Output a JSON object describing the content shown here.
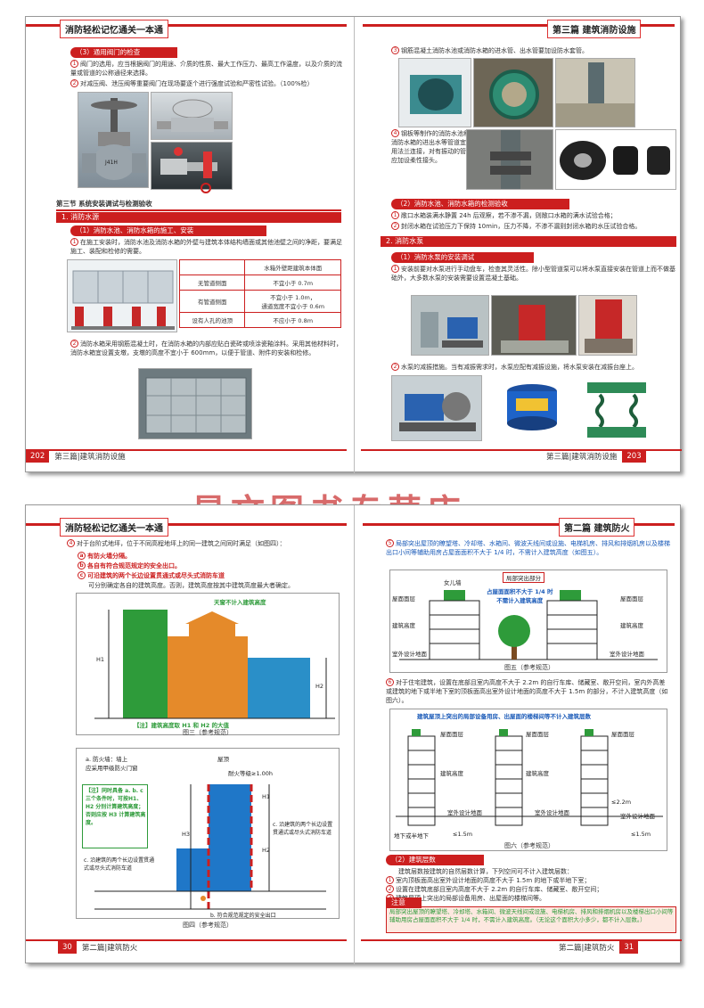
{
  "spread1": {
    "left_header": "消防轻松记忆通关一本通",
    "right_header": "第三篇  建筑消防设施",
    "left_page_num": "202",
    "right_page_num": "203",
    "left_footer": "第三篇|建筑消防设施",
    "right_footer": "第三篇|建筑消防设施",
    "sub3": "（3）通用阀门的检查",
    "p1a": "阀门的选用，应当根据阀门的用途、介质的性质、最大工作压力、最高工作温度，以及介质的流量或管道的公称通径来选择。",
    "p1b": "对减压阀、泄压阀等重要阀门在现场要逐个进行强度试验和严密性试验。（100%检）",
    "section3": "第三节   系统安装调试与检测验收",
    "h1": "1. 消防水源",
    "sub_tank": "（1）消防水池、消防水箱的施工、安装",
    "p_tank1": "在施工安装时，消防水池及消防水箱的外壁与建筑本体结构墙面或其他池壁之间的净距，要满足施工、装配和检修的需要。",
    "table_head": "水箱外壁距建筑本体面",
    "table_rows": [
      [
        "无管道侧面",
        "不宜小于 0.7m"
      ],
      [
        "有管道侧面",
        "不宜小于 1.0m，\n通道宽度不宜小于 0.6m"
      ],
      [
        "设有人孔的池顶",
        "不应小于 0.8m"
      ]
    ],
    "p_tank2": "消防水箱采用钢筋混凝土时，在消防水箱的内部应贴白瓷砖或喷涂瓷釉涂料。采用其他材料时，消防水箱宜设置支墩，支墩的高度不宜小于 600mm，以便于管道、附件的安装和检修。",
    "p_r1": "钢筋混凝土消防水池或消防水箱的进水管、出水管要加设防水套管。",
    "p_r2": "钢板等制作的消防水池和消防水箱的进出水等管道宜采用法兰连接，对有振动的管道应加设柔性接头。",
    "sub_test": "（2）消防水池、消防水箱的检测验收",
    "p_test1": "敞口水箱装满水静置 24h 后观察，若不渗不漏，则敞口水箱的满水试验合格；",
    "p_test2": "封闭水箱在试验压力下保持 10min，压力不降，不渗不漏则封闭水箱的水压试验合格。",
    "h2": "2. 消防水泵",
    "sub_pump": "（1）消防水泵的安装调试",
    "p_pump1": "安装前要对水泵进行手动盘车，检查其灵活性。除小型管道泵可以将水泵直接安装在管道上而不做基础外，大多数水泵的安装需要设置混凝土基础。",
    "p_pump2": "水泵的减振措施。当有减振需求时，水泵应配有减振设施，将水泵安装在减振台座上。",
    "valve_label": "J41H\n-25"
  },
  "spread2": {
    "left_header": "消防轻松记忆通关一本通",
    "right_header": "第二篇  建筑防火",
    "left_page_num": "30",
    "right_page_num": "31",
    "left_footer": "第二篇|建筑防火",
    "right_footer": "第二篇|建筑防火",
    "p4": "对于台阶式地坪，位于不同高程地坪上的同一建筑之间同时满足（如图四）：",
    "p4a": "有防火墙分隔。",
    "p4b": "各自有符合规范规定的安全出口。",
    "p4c": "可沿建筑的两个长边设置贯通式或尽头式消防车道",
    "p4d": "可分别确定各自的建筑高度。否则，建筑高度按其中建筑高度最大者确定。",
    "fig3_label_top": "天窗不计入建筑高度",
    "fig3_h1": "H1",
    "fig3_h2": "H2",
    "fig3_note": "【注】建筑高度取 H1 和 H2 的大值",
    "fig3_cap": "图三（参考规范）",
    "fig4_a": "a. 防火墙：墙上\n应采用甲级防火门窗",
    "fig4_roof": "屋顶",
    "fig4_fire": "耐火等级≥1.00h",
    "fig4_note": "【注】同时具备 a. b. c 三个条件时，可按H1、H2 分别计算建筑高度；否则应按 H3 计算建筑高度。",
    "fig4_c1": "c. 沿建筑的两个长边设置贯通式或尽头式消防车道",
    "fig4_c2": "c. 沿建筑的两个长边设置贯通式或尽头式消防车道",
    "fig4_b": "b. 符合规范规定的安全出口",
    "fig4_h1": "H1",
    "fig4_h2": "H2",
    "fig4_h3": "H3",
    "fig4_cap": "图四（参考规范）",
    "p5": "局部突出屋顶的瞭望塔、冷却塔、水箱间、微波天线间或设施、电梯机房、排风和排烟机房以及楼梯出口小间等辅助用房占屋面面积不大于 1/4 时，不需计入建筑高度（如图五）。",
    "fig5_top": "局部突出部分",
    "fig5_wall": "女儿墙",
    "fig5_mid": "占屋面面积不大于 1/4 时\n不需计入建筑高度",
    "fig5_roof_l": "屋面面层",
    "fig5_roof_r": "屋面面层",
    "fig5_h_l": "建筑高度",
    "fig5_h_r": "建筑高度",
    "fig5_ground_l": "室外设计地面",
    "fig5_ground_r": "室外设计地面",
    "fig5_cap": "图五（参考规范）",
    "p6": "对于住宅建筑，设置在底部且室内高度不大于 2.2m 的自行车库、储藏室、敞开空间，室内外高差或建筑的地下或半地下室的顶板面高出室外设计地面的高度不大于 1.5m 的部分，不计入建筑高度（如图六）。",
    "fig6_title": "建筑屋顶上突出的局部设备用房、出屋面的楼梯间等不计入建筑层数",
    "fig6_roof": "屋面面层",
    "fig6_h": "建筑高度",
    "fig6_ground": "室外设计地面",
    "fig6_22": "≤2.2m",
    "fig6_15": "≤1.5m",
    "fig6_base": "地下或半地下",
    "fig6_cap": "图六（参考规范）",
    "sub_floors": "（2）建筑层数",
    "p_f0": "建筑层数按建筑的自然层数计算，下列空间可不计入建筑层数：",
    "p_f1": "室内顶板面高出室外设计地面的高度不大于 1.5m 的地下或半地下室；",
    "p_f2": "设置在建筑底部且室内高度不大于 2.2m 的自行车库、储藏室、敞开空间；",
    "p_f3": "建筑屋顶上突出的局部设备用房、出屋面的楼梯间等。",
    "note_tag": "注意",
    "note_text": "局部突出屋顶的瞭望塔、冷却塔、水箱间、微波天线间或设施、电梯机房、排风和排烟机房以及楼梯出口小间等辅助用房占屋面面积不大于 1/4 时，不需计入建筑高度。（无论这个面积大小多少，都不计入层数。）"
  },
  "watermark": "昊文图书专营店"
}
